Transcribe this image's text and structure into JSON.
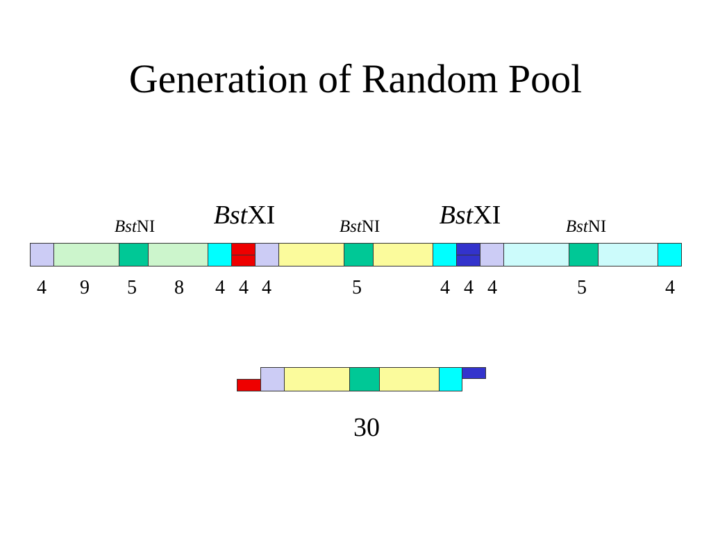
{
  "title": "Generation of Random Pool",
  "colors": {
    "primer": "#ccccf5",
    "random_green": "#ccf5cc",
    "random_yellow": "#fbfb9c",
    "random_cyan": "#ccfbfb",
    "bstni_site": "#00c896",
    "tag": "#00ffff",
    "bstxi_red": "#ee0000",
    "bstxi_blue": "#3333cc"
  },
  "enzyme_labels": {
    "bstxi": {
      "italic": "Bst",
      "suffix": "XI"
    },
    "bstni": {
      "italic": "Bst",
      "suffix": "NI"
    }
  },
  "template_lengths": [
    "4",
    "9",
    "5",
    "8",
    "4",
    "4",
    "4",
    "5",
    "4",
    "4",
    "4",
    "5",
    "4"
  ],
  "product_length": "30"
}
